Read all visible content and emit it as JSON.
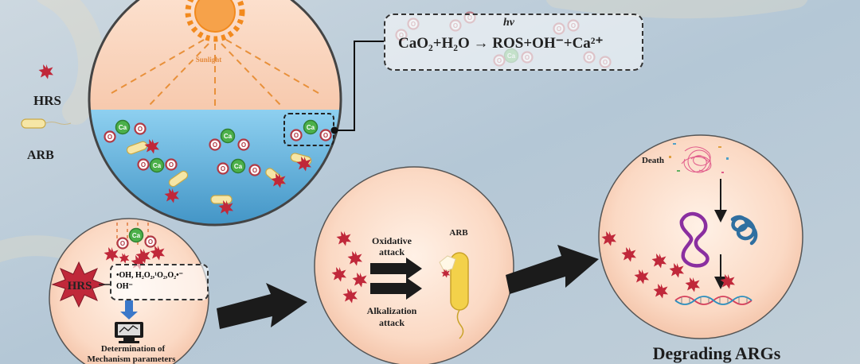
{
  "labels": {
    "sunlight": "Sunlight",
    "hrs": "HRS",
    "arb": "ARB",
    "hrs_star": "HRS",
    "species_line1": "•OH, H₂O₂,¹O₂,O₂•⁻",
    "species_line2": "OH⁻",
    "determination_line1": "Determination of",
    "determination_line2": "Mechanism parameters",
    "oxidative_line1": "Oxidative",
    "oxidative_line2": "attack",
    "alkalization_line1": "Alkalization",
    "alkalization_line2": "attack",
    "arb_middle": "ARB",
    "death": "Death",
    "degrading": "Degrading ARGs",
    "ca": "Ca",
    "o": "O"
  },
  "equation": {
    "text": "CaO₂+H₂O → ROS+OH⁻+Ca²⁺",
    "hv": "hv"
  },
  "colors": {
    "background": "#b4c7d6",
    "sky": "#fbd9c4",
    "water": "#5aaed8",
    "sun": "#f28a1e",
    "star_red": "#c0283a",
    "ca_green": "#4bb04a",
    "o_red": "#c9464f",
    "arrow_dark": "#1b1b1b"
  }
}
